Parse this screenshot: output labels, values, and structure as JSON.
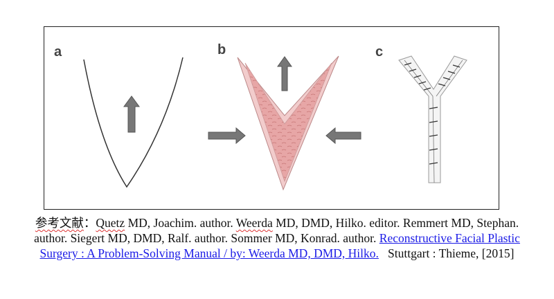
{
  "figure": {
    "panels": [
      {
        "label": "a"
      },
      {
        "label": "b"
      },
      {
        "label": "c"
      }
    ]
  },
  "caption": {
    "prefix": "参考文献",
    "colon": "：",
    "author1": "Quetz",
    "part1": " MD, Joachim. author. ",
    "author2": "Weerda",
    "part2": " MD, DMD, Hilko. editor. Remmert MD, Stephan. author. Siegert MD, DMD, Ralf. author. Sommer MD, Konrad. author.",
    "link_text": "Reconstructive Facial Plastic Surgery : A Problem-Solving Manual / by: Weerda MD, DMD, Hilko.",
    "publisher": "Stuttgart : Thieme, [2015]"
  }
}
